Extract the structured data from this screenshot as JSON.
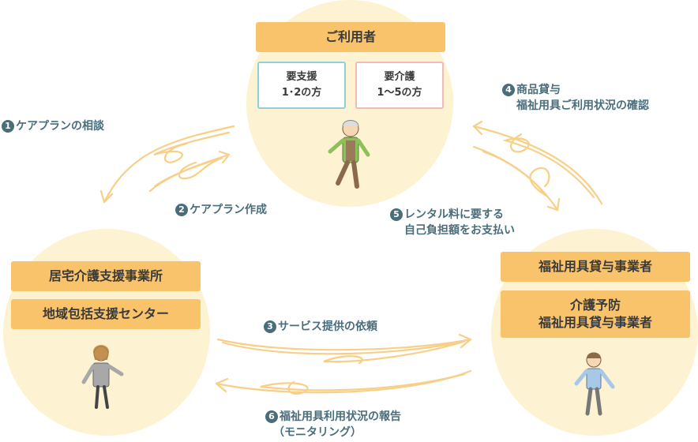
{
  "user": {
    "title": "ご利用者",
    "support": {
      "line1": "要支援",
      "line2": "1･2の方"
    },
    "care": {
      "line1": "要介護",
      "line2": "1〜5の方"
    }
  },
  "care_office": {
    "line1": "居宅介護支援事業所",
    "line2": "地域包括支援センター"
  },
  "rental_office": {
    "line1": "福祉用具貸与事業者",
    "line2a": "介護予防",
    "line2b": "福祉用具貸与事業者"
  },
  "steps": {
    "s1": {
      "num": "1",
      "text": "ケアプランの相談"
    },
    "s2": {
      "num": "2",
      "text": "ケアプラン作成"
    },
    "s3": {
      "num": "3",
      "text": "サービス提供の依頼"
    },
    "s4": {
      "num": "4",
      "line1": "商品貸与",
      "line2": "福祉用具ご利用状況の確認"
    },
    "s5": {
      "num": "5",
      "line1": "レンタル料に要する",
      "line2": "自己負担額をお支払い"
    },
    "s6": {
      "num": "6",
      "line1": "福祉用具利用状況の報告",
      "line2": "（モニタリング）"
    }
  },
  "colors": {
    "circle": "#fdf3d3",
    "box": "#f9c36b",
    "step_text": "#4a6d7c",
    "arrow": "#f7cf88",
    "support_border": "#8fd0d8",
    "care_border": "#f4b9b9"
  }
}
